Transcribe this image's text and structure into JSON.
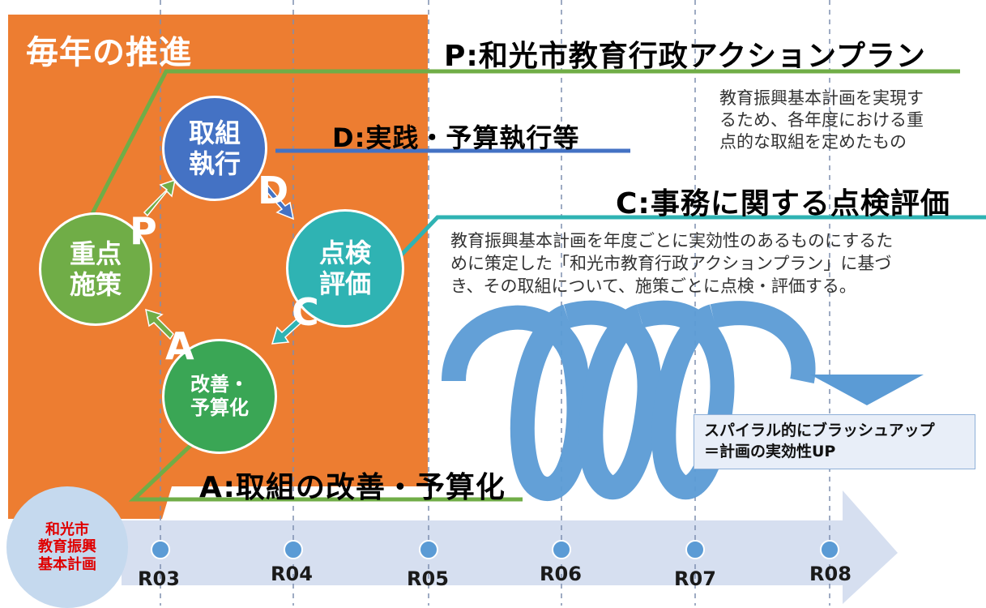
{
  "header": {
    "annual_title": "毎年の推進"
  },
  "cycle": {
    "plan_circle": "重点\n施策",
    "do_circle": "取組\n執行",
    "check_circle": "点検\n評価",
    "act_circle": "改善・\n予算化",
    "letter_p": "P",
    "letter_d": "D",
    "letter_c": "C",
    "letter_a": "A"
  },
  "pdca": {
    "p_title": "P:和光市教育行政アクションプラン",
    "p_desc": "教育振興基本計画を実現す\nるため、各年度における重\n点的な取組を定めたもの",
    "d_title": "D:実践・予算執行等",
    "c_title": "C:事務に関する点検評価",
    "c_desc": "教育振興基本計画を年度ごとに実効性のあるものにするた\nめに策定した「和光市教育行政アクションプラン」に基づ\nき、その取組について、施策ごとに点検・評価する。",
    "a_title": "A:取組の改善・予算化"
  },
  "spiral": {
    "caption": "スパイラル的にブラッシュアップ\n＝計画の実効性UP"
  },
  "timeline": {
    "base_plan": "和光市\n教育振興\n基本計画",
    "years": [
      "R03",
      "R04",
      "R05",
      "R06",
      "R07",
      "R08"
    ]
  },
  "colors": {
    "orange": "#ed7d31",
    "green_line": "#70ad47",
    "blue_line": "#4472c4",
    "teal_line": "#2fb3b3",
    "arrow_band": "#d6dff0",
    "spiral": "#5b9bd5",
    "base_circle": "#c5d9ee",
    "base_text": "#e00000"
  }
}
